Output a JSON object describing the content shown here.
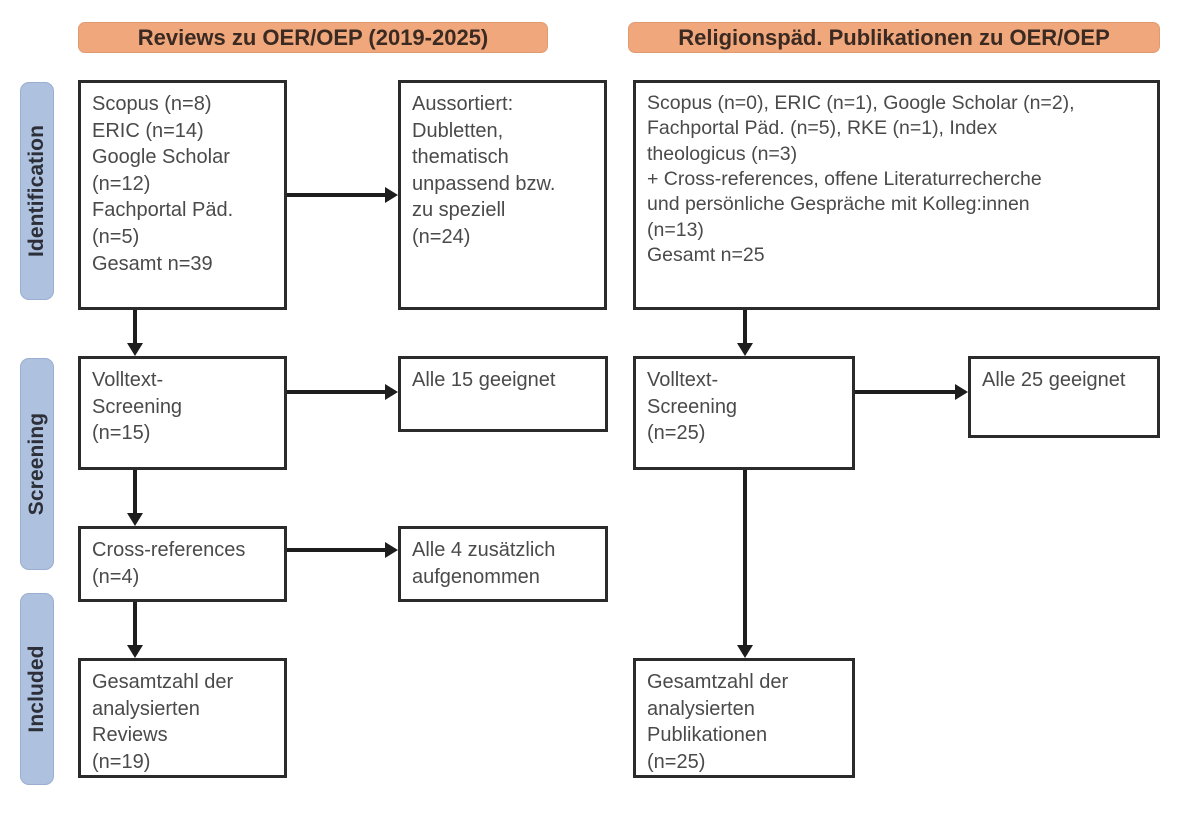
{
  "diagram": {
    "type": "prisma-flow",
    "stages": [
      {
        "id": "identification",
        "label": "Identification"
      },
      {
        "id": "screening",
        "label": "Screening"
      },
      {
        "id": "included",
        "label": "Included"
      }
    ],
    "columns": [
      {
        "id": "reviews",
        "header": "Reviews zu OER/OEP (2019-2025)"
      },
      {
        "id": "religionspaed",
        "header": "Religionspäd. Publikationen zu OER/OEP"
      }
    ],
    "colors": {
      "header_fill": "#F0A77C",
      "stage_fill": "#AEC1DE",
      "box_border": "#2B2B2B",
      "box_fill": "#FFFFFF",
      "text": "#4A4A4A",
      "connector": "#1D1D1D"
    },
    "boxes": {
      "left_identification_sources": "Scopus (n=8)\nERIC (n=14)\nGoogle Scholar\n(n=12)\nFachportal Päd.\n(n=5)\nGesamt n=39",
      "left_excluded": "Aussortiert:\nDubletten,\nthematisch\nunpassend bzw.\nzu speziell\n(n=24)",
      "left_fulltext": "Volltext-\nScreening\n(n=15)",
      "left_fulltext_result": "Alle 15 geeignet",
      "left_crossrefs": "Cross-references\n(n=4)",
      "left_crossrefs_result": "Alle 4 zusätzlich\naufgenommen",
      "left_included": "Gesamtzahl der\nanalysierten\nReviews\n(n=19)",
      "right_identification_sources": "Scopus (n=0), ERIC (n=1), Google Scholar (n=2),\nFachportal Päd. (n=5), RKE (n=1), Index\ntheologicus (n=3)\n+ Cross-references, offene Literaturrecherche\nund persönliche Gespräche mit Kolleg:innen\n(n=13)\nGesamt n=25",
      "right_fulltext": "Volltext-\nScreening\n(n=25)",
      "right_fulltext_result": "Alle 25 geeignet",
      "right_included": "Gesamtzahl der\nanalysierten\nPublikationen\n(n=25)"
    },
    "counts": {
      "left_scopus": 8,
      "left_eric": 14,
      "left_google_scholar": 12,
      "left_fachportal": 5,
      "left_total": 39,
      "left_excluded": 24,
      "left_fulltext": 15,
      "left_crossrefs": 4,
      "left_included": 19,
      "right_scopus": 0,
      "right_eric": 1,
      "right_google_scholar": 2,
      "right_fachportal": 5,
      "right_rke": 1,
      "right_index_theologicus": 3,
      "right_other": 13,
      "right_total": 25,
      "right_fulltext": 25,
      "right_included": 25
    }
  }
}
